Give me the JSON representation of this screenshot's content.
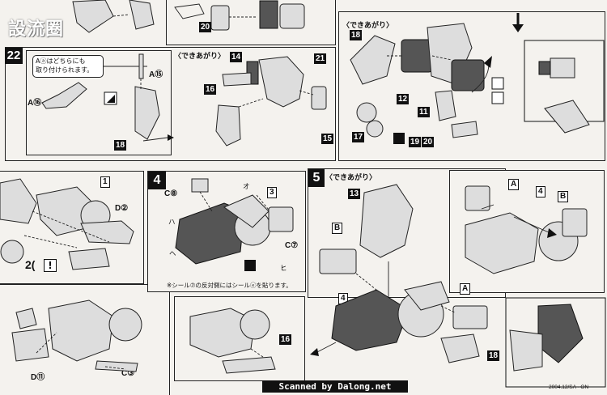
{
  "watermark": "設流圈",
  "footer": {
    "scan_credit": "Scanned by Dalong.net",
    "code": "2004.12/SA · ON"
  },
  "completed_label": "〈できあがり〉",
  "steps": {
    "s20": "20",
    "s21": "21",
    "s22": "22",
    "s1": "1",
    "s2": "2",
    "s3": "3",
    "s4": "4",
    "s5": "5"
  },
  "note_22": {
    "line1": "Aⓐはどちらにも",
    "line2": "取り付けられます。"
  },
  "seal_note": "※シール⑦の反対側にはシールⓔを貼ります。",
  "parts": {
    "a15": "A⑮",
    "a16": "A⑯",
    "p14": "14",
    "p15": "15",
    "p16": "16",
    "p17": "17",
    "p18": "18",
    "p12": "12",
    "p11": "11",
    "p19": "19",
    "p20": "20",
    "p13": "13",
    "d2": "D②",
    "d11": "D⑪",
    "c3": "C③",
    "c8": "C⑧",
    "c7": "C⑦",
    "boxA": "A",
    "boxB": "B",
    "ha": "ハ",
    "he": "ヘ",
    "o": "オ",
    "hi": "ヒ",
    "s2_label": "2"
  }
}
